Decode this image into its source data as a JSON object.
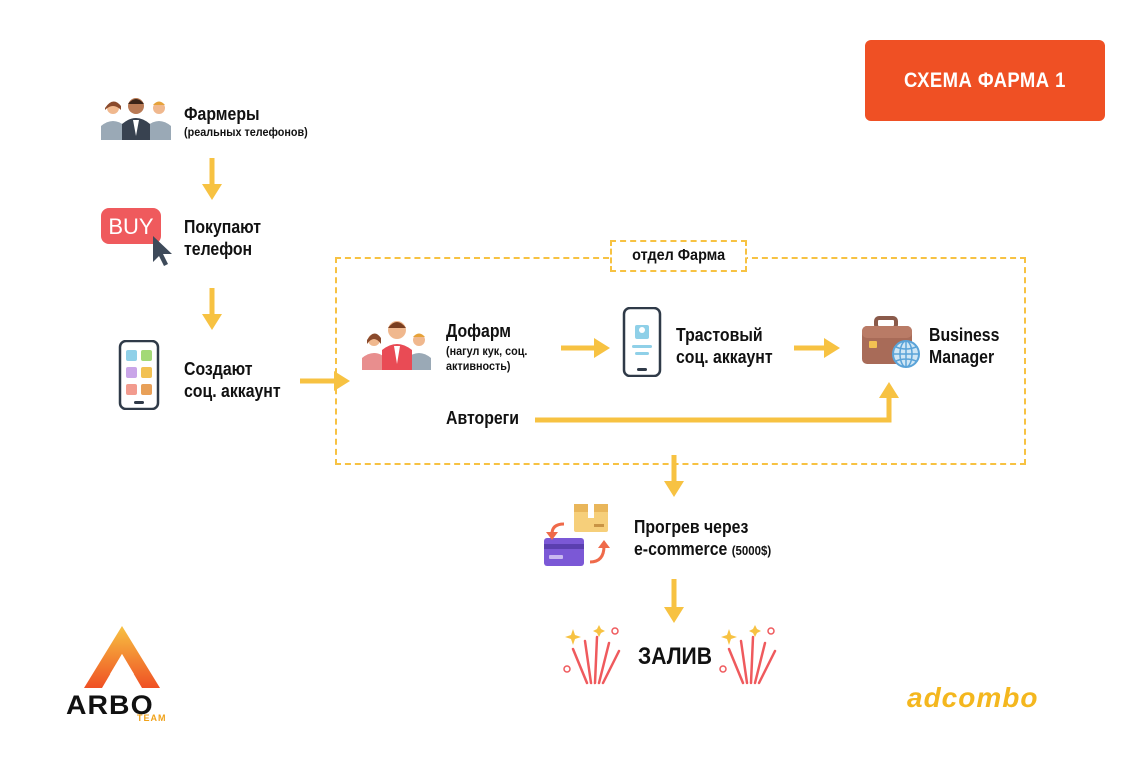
{
  "title": "СХЕМА ФАРМА 1",
  "department_label": "отдел Фарма",
  "nodes": {
    "farmers": {
      "title": "Фармеры",
      "subtitle": "(реальных телефонов)"
    },
    "buy_phone": {
      "icon_text": "BUY",
      "line1": "Покупают",
      "line2": "телефон"
    },
    "create_account": {
      "line1": "Создают",
      "line2": "соц. аккаунт"
    },
    "dofarm": {
      "title": "Дофарм",
      "subtitle_line1": "(нагул кук, соц.",
      "subtitle_line2": "активность)"
    },
    "trust_account": {
      "line1": "Трастовый",
      "line2": "соц. аккаунт"
    },
    "business_manager": {
      "line1": "Business",
      "line2": "Manager"
    },
    "autoregs": {
      "title": "Автореги"
    },
    "warmup": {
      "line1": "Прогрев через",
      "line2_main": "e-commerce",
      "line2_extra": "(5000$)"
    },
    "zaliv": {
      "title": "ЗАЛИВ"
    }
  },
  "logos": {
    "arbo_main": "ARBO",
    "arbo_sub": "TEAM",
    "adcombo": "adcombo"
  },
  "colors": {
    "accent": "#ef5024",
    "arrow": "#f7c242",
    "dashed_border": "#f7c242"
  }
}
